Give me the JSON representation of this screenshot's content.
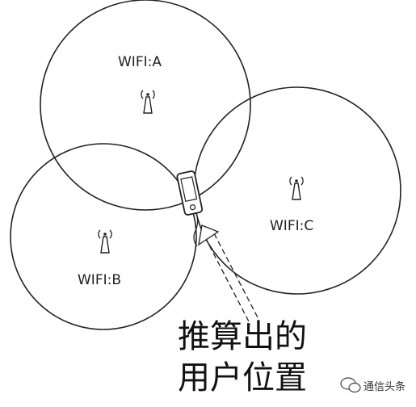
{
  "diagram": {
    "access_points": [
      {
        "label": "WIFI:A",
        "icon": "antenna-icon"
      },
      {
        "label": "WIFI:B",
        "icon": "antenna-icon"
      },
      {
        "label": "WIFI:C",
        "icon": "antenna-icon"
      }
    ],
    "device_icon": "phone-icon",
    "annotation": {
      "line1": "推算出的",
      "line2": "用户位置"
    }
  },
  "watermark": {
    "text": "通信头条",
    "icon": "wechat-icon"
  }
}
